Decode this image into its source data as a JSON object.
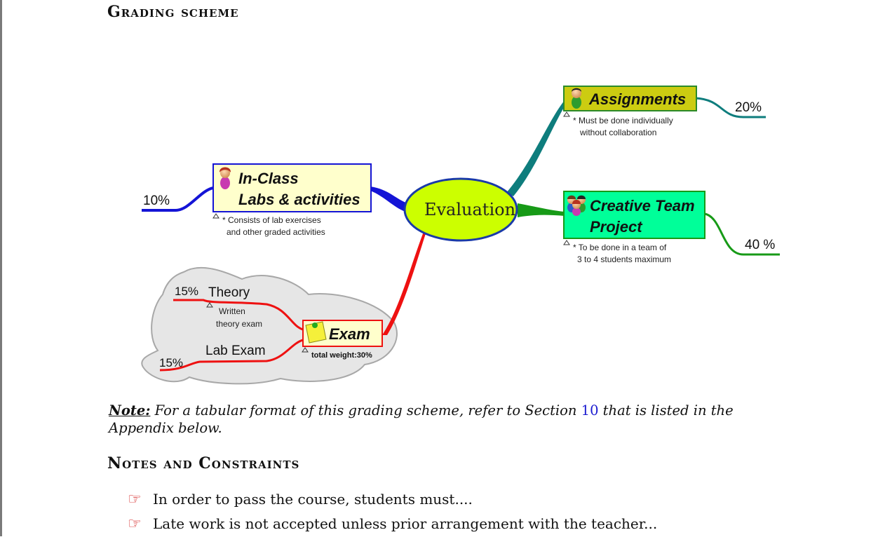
{
  "headings": {
    "grading": "Grading scheme",
    "notes": "Notes and Constraints"
  },
  "mindmap": {
    "center": "Evaluation",
    "assignments": {
      "title": "Assignments",
      "percent": "20%",
      "note_line1": "* Must be done individually",
      "note_line2": "without collaboration"
    },
    "inclass": {
      "title_line1": "In-Class",
      "title_line2": "Labs & activities",
      "percent": "10%",
      "note_line1": "* Consists of lab exercises",
      "note_line2": "and other graded activities"
    },
    "project": {
      "title_line1": "Creative Team",
      "title_line2": "Project",
      "percent": "40 %",
      "note_line1": "* To be done in a team of",
      "note_line2": "3 to 4 students maximum"
    },
    "exam": {
      "title": "Exam",
      "weight": "total weight:30%",
      "theory_percent": "15%",
      "theory_label": "Theory",
      "theory_note_line1": "Written",
      "theory_note_line2": "theory exam",
      "lab_label": "Lab Exam",
      "lab_percent": "15%"
    },
    "colors": {
      "assignments_branch": "#0e7d7d",
      "inclass_branch": "#1414d6",
      "project_branch": "#179a17",
      "exam_branch": "#ee1111",
      "center_fill": "#ccff00",
      "center_border": "#1a3aa8"
    }
  },
  "note": {
    "label": "Note:",
    "text_before": " For a tabular format of this grading scheme, refer to Section ",
    "section": "10",
    "text_after": " that is listed in the Appendix below."
  },
  "bullets": [
    {
      "icon": "pointing-hand-icon",
      "text": "In order to pass the course, students must...."
    },
    {
      "icon": "pointing-hand-icon",
      "text": "Late work is not accepted unless prior arrangement with the teacher..."
    }
  ]
}
